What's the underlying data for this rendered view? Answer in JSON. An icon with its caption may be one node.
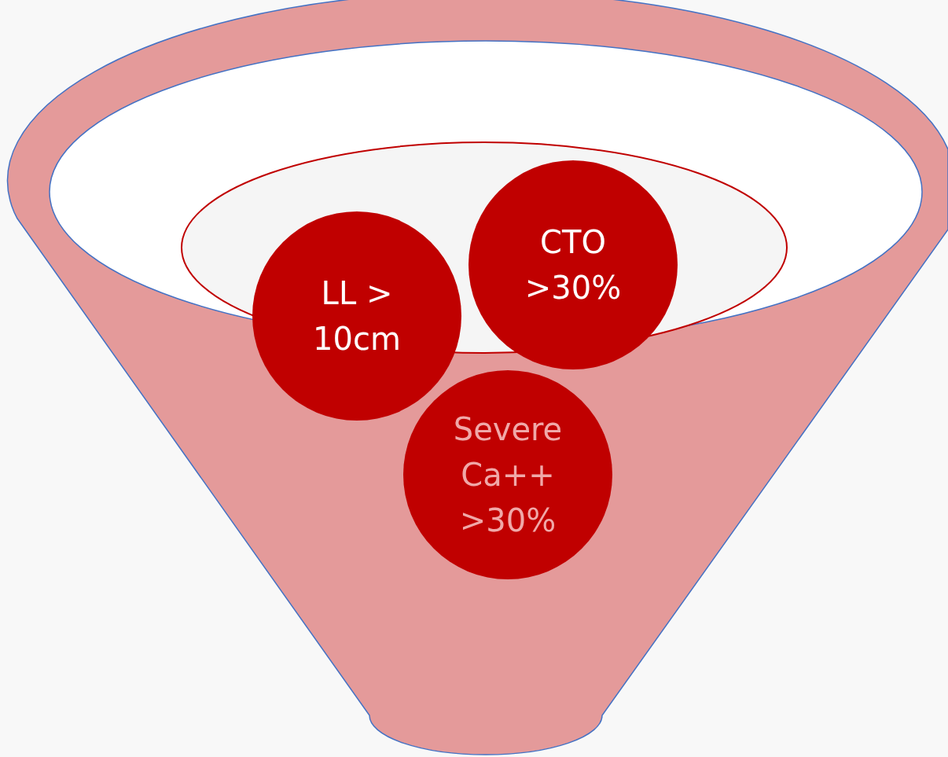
{
  "diagram": {
    "nodes": [
      {
        "text": [
          "LL > 10cm"
        ]
      },
      {
        "text": [
          "CTO >30%"
        ]
      },
      {
        "text": [
          "Severe Ca++ >30%"
        ]
      }
    ]
  }
}
